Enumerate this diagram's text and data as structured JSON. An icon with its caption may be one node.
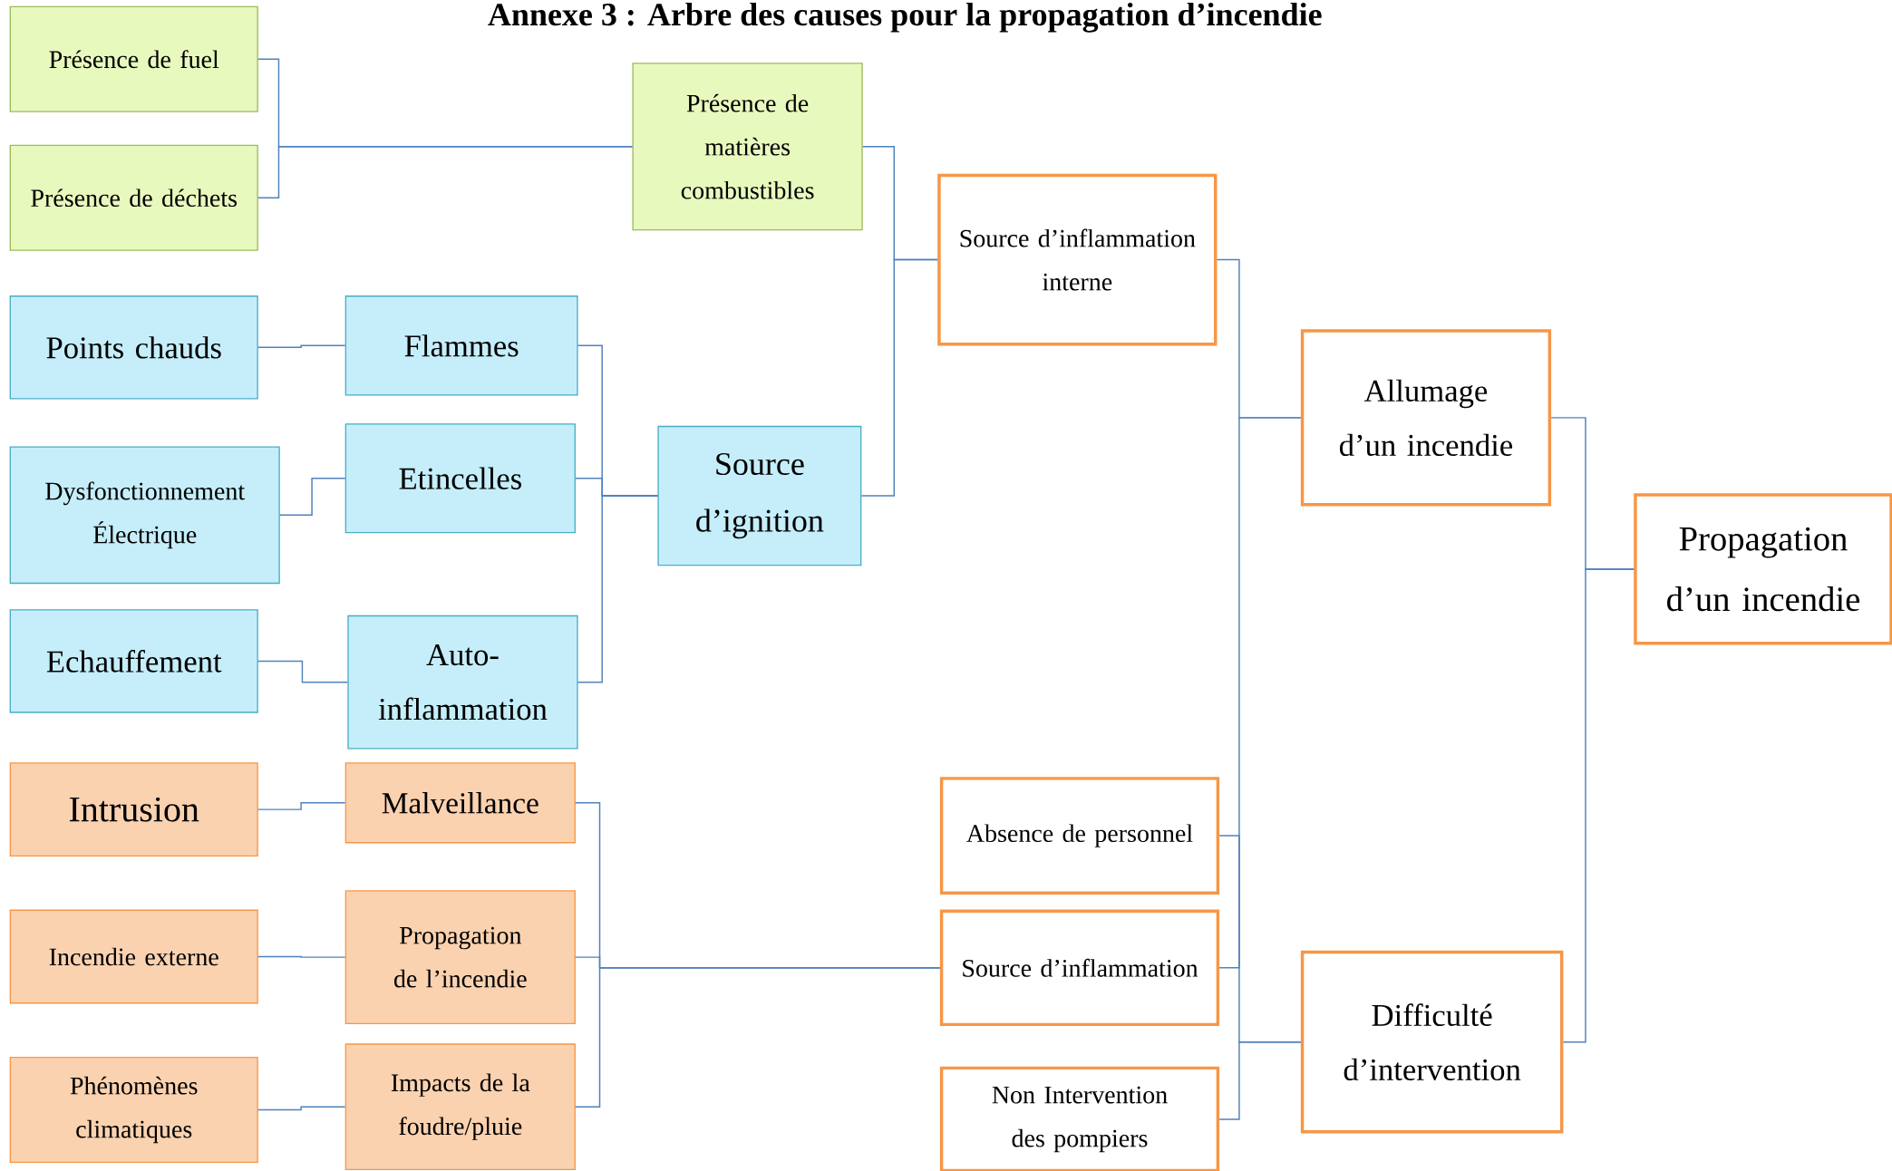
{
  "diagram": {
    "title": "Annexe 3 : Arbre des causes pour la propagation d’incendie",
    "nodes": [
      {
        "text": [
          "Présence de fuel"
        ]
      },
      {
        "text": [
          "Présence de déchets"
        ]
      },
      {
        "text": [
          "Présence de matières combustibles"
        ]
      },
      {
        "text": [
          "Points chauds"
        ]
      },
      {
        "text": [
          "Flammes"
        ]
      },
      {
        "text": [
          "Dysfonctionnement Électrique"
        ]
      },
      {
        "text": [
          "Etincelles"
        ]
      },
      {
        "text": [
          "Echauffement"
        ]
      },
      {
        "text": [
          "Auto-inflammation"
        ]
      },
      {
        "text": [
          "Source d’ignition"
        ]
      },
      {
        "text": [
          "Source d’inflammation interne"
        ]
      },
      {
        "text": [
          "Allumage d’un incendie"
        ]
      },
      {
        "text": [
          "Propagation d’un incendie"
        ]
      },
      {
        "text": [
          "Intrusion"
        ]
      },
      {
        "text": [
          "Malveillance"
        ]
      },
      {
        "text": [
          "Incendie externe"
        ]
      },
      {
        "text": [
          "Propagation de l’incendie"
        ]
      },
      {
        "text": [
          "Phénomènes climatiques"
        ]
      },
      {
        "text": [
          "Impacts de la foudre/pluie"
        ]
      },
      {
        "text": [
          "Absence de personnel"
        ]
      },
      {
        "text": [
          "Source d’inflammation"
        ]
      },
      {
        "text": [
          "Difficulté d’intervention"
        ]
      },
      {
        "text": [
          "Non Intervention des pompiers"
        ]
      }
    ],
    "edges": [
      {
        "from": 0,
        "to": 2,
        "arrow": "none"
      },
      {
        "from": 1,
        "to": 2,
        "arrow": "none"
      },
      {
        "from": 3,
        "to": 4,
        "arrow": "none"
      },
      {
        "from": 5,
        "to": 6,
        "arrow": "none"
      },
      {
        "from": 7,
        "to": 8,
        "arrow": "none"
      },
      {
        "from": 4,
        "to": 9,
        "arrow": "none"
      },
      {
        "from": 6,
        "to": 9,
        "arrow": "none"
      },
      {
        "from": 8,
        "to": 9,
        "arrow": "none"
      },
      {
        "from": 2,
        "to": 10,
        "arrow": "none"
      },
      {
        "from": 9,
        "to": 10,
        "arrow": "none"
      },
      {
        "from": 10,
        "to": 11,
        "arrow": "none"
      },
      {
        "from": 20,
        "to": 11,
        "arrow": "none"
      },
      {
        "from": 19,
        "to": 21,
        "arrow": "none"
      },
      {
        "from": 22,
        "to": 21,
        "arrow": "none"
      },
      {
        "from": 11,
        "to": 12,
        "arrow": "none"
      },
      {
        "from": 21,
        "to": 12,
        "arrow": "none"
      },
      {
        "from": 13,
        "to": 14,
        "arrow": "none"
      },
      {
        "from": 15,
        "to": 16,
        "arrow": "none"
      },
      {
        "from": 17,
        "to": 18,
        "arrow": "none"
      },
      {
        "from": 14,
        "to": 20,
        "arrow": "none"
      },
      {
        "from": 16,
        "to": 20,
        "arrow": "none"
      },
      {
        "from": 18,
        "to": 20,
        "arrow": "none"
      }
    ]
  }
}
